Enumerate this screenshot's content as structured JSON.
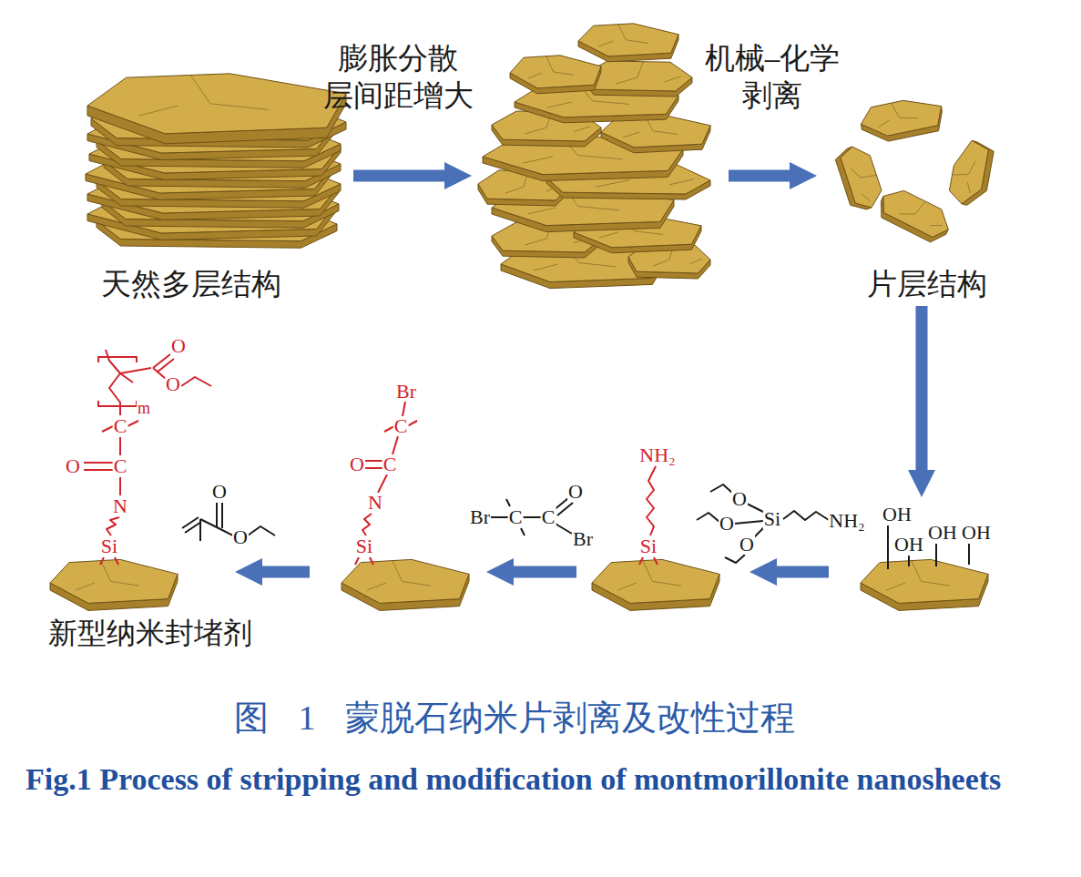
{
  "diagram": {
    "caption": "图 1 蒙脱石纳米片剥离及改性过程",
    "nodes": [
      {
        "text": [
          "天然多层结构"
        ]
      },
      {
        "text": []
      },
      {
        "text": [
          "片层结构"
        ]
      },
      {
        "text": [
          "OH",
          "OH",
          "OH",
          "OH"
        ]
      },
      {
        "text": [
          "Si",
          "NH₂"
        ]
      },
      {
        "text": [
          "Si",
          "N",
          "O",
          "C",
          "C",
          "Br"
        ]
      },
      {
        "text": [
          "新型纳米封堵剂",
          "Si",
          "N",
          "O",
          "C",
          "C",
          "m",
          "O",
          "O"
        ]
      }
    ],
    "edges": [
      {
        "from": 0,
        "to": 1,
        "arrow": "to",
        "label": "膨胀分散 层间距增大"
      },
      {
        "from": 1,
        "to": 2,
        "arrow": "to",
        "label": "机械–化学 剥离"
      },
      {
        "from": 2,
        "to": 3,
        "arrow": "to"
      },
      {
        "from": 3,
        "to": 4,
        "arrow": "to"
      },
      {
        "from": 4,
        "to": 5,
        "arrow": "to"
      },
      {
        "from": 5,
        "to": 6,
        "arrow": "to"
      }
    ],
    "labels": [
      "O",
      "O",
      "O",
      "Si",
      "NH₂",
      "Br",
      "C",
      "C",
      "O",
      "Br",
      "O",
      "O",
      "Fig.1 Process of stripping and modification of montmorillonite nanosheets"
    ]
  }
}
